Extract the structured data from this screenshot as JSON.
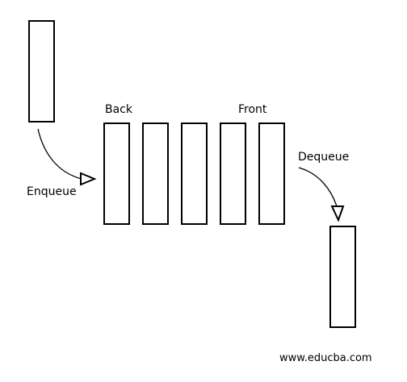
{
  "diagram": {
    "labels": {
      "back": "Back",
      "front": "Front",
      "enqueue": "Enqueue",
      "dequeue": "Dequeue"
    },
    "queue_slot_count": 5,
    "stroke_color": "#000000",
    "background_color": "#ffffff"
  },
  "watermark": {
    "text": "www.educba.com"
  }
}
